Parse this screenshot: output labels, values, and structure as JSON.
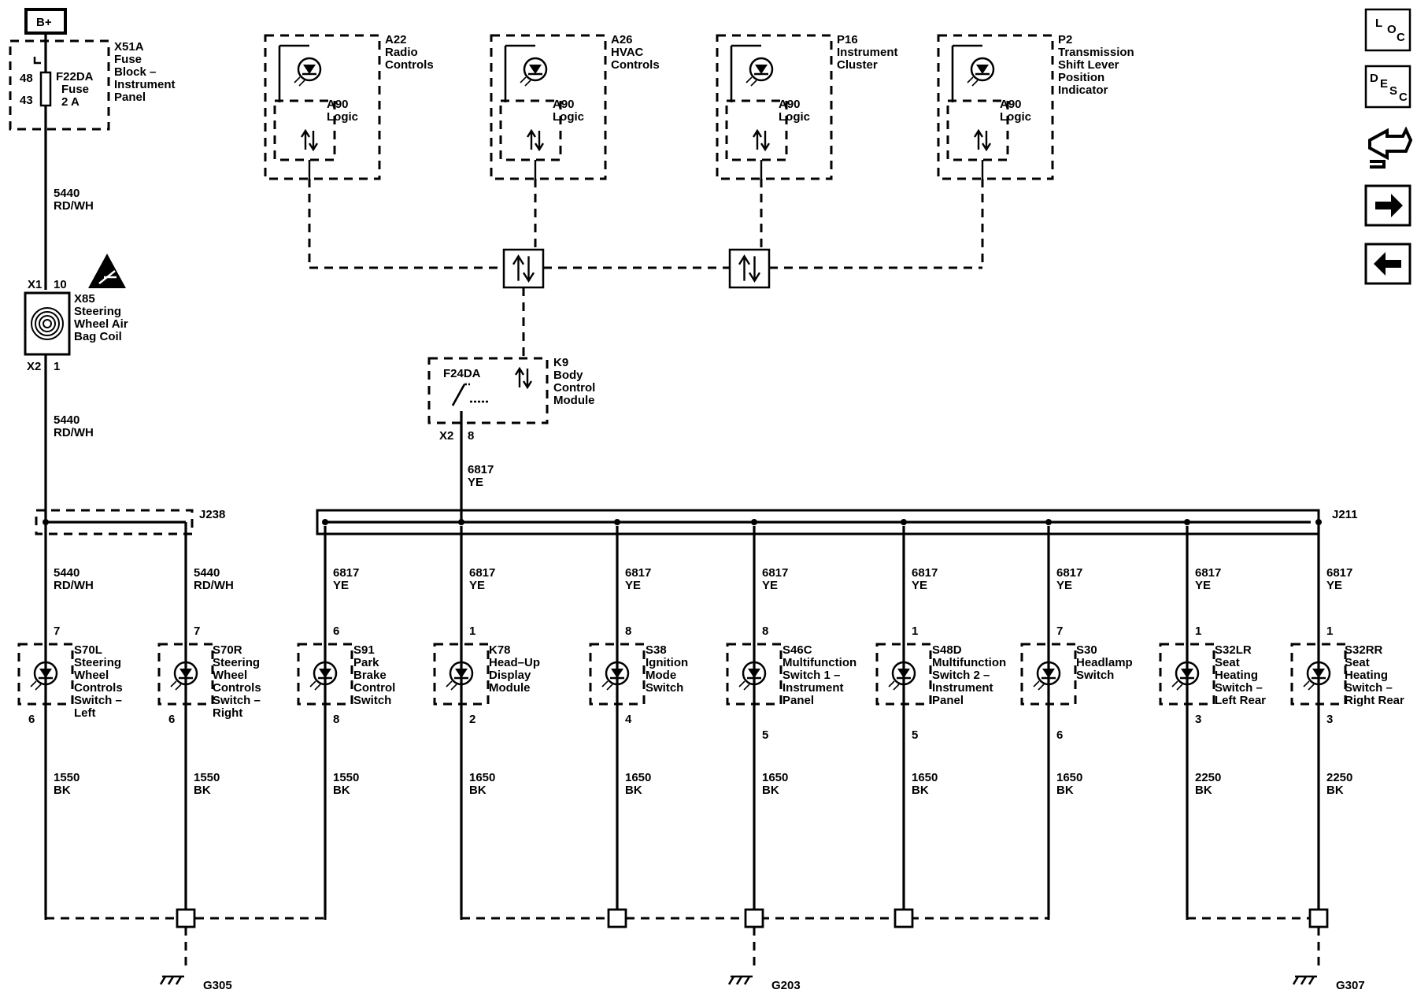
{
  "power": {
    "label": "B+"
  },
  "fuse_block": {
    "name": "X51A",
    "desc": [
      "Fuse",
      "Block –",
      "Instrument",
      "Panel"
    ],
    "pin_top": "48",
    "pin_bottom": "43",
    "fuse_name": "F22DA",
    "fuse_desc": [
      "Fuse",
      "2 A"
    ]
  },
  "wire_5440": {
    "circuit": "5440",
    "color": "RD/WH"
  },
  "airbag_coil": {
    "name": "X85",
    "desc": [
      "Steering",
      "Wheel Air",
      "Bag Coil"
    ],
    "conn_top": "X1",
    "pin_top": "10",
    "conn_bottom": "X2",
    "pin_bottom": "1"
  },
  "modules_top": [
    {
      "name": "A22",
      "desc": [
        "Radio",
        "Controls"
      ],
      "logic_name": "A90",
      "logic_desc": "Logic"
    },
    {
      "name": "A26",
      "desc": [
        "HVAC",
        "Controls"
      ],
      "logic_name": "A90",
      "logic_desc": "Logic"
    },
    {
      "name": "P16",
      "desc": [
        "Instrument",
        "Cluster"
      ],
      "logic_name": "A90",
      "logic_desc": "Logic"
    },
    {
      "name": "P2",
      "desc": [
        "Transmission",
        "Shift Lever",
        "Position",
        "Indicator"
      ],
      "logic_name": "A90",
      "logic_desc": "Logic"
    }
  ],
  "bcm": {
    "name": "K9",
    "desc": [
      "Body",
      "Control",
      "Module"
    ],
    "driver": "F24DA",
    "conn": "X2",
    "pin": "8"
  },
  "wire_6817": {
    "circuit": "6817",
    "color": "YE"
  },
  "splices": {
    "left": "J238",
    "right": "J211"
  },
  "switches": [
    {
      "name": "S70L",
      "desc": [
        "Steering",
        "Wheel",
        "Controls",
        "Switch –",
        "Left"
      ],
      "pin_in": "7",
      "pin_out": "6",
      "in_circuit": "5440",
      "in_color": "RD/WH",
      "out_circuit": "1550",
      "out_color": "BK"
    },
    {
      "name": "S70R",
      "desc": [
        "Steering",
        "Wheel",
        "Controls",
        "Switch –",
        "Right"
      ],
      "pin_in": "7",
      "pin_out": "6",
      "in_circuit": "5440",
      "in_color": "RD/WH",
      "out_circuit": "1550",
      "out_color": "BK"
    },
    {
      "name": "S91",
      "desc": [
        "Park",
        "Brake",
        "Control",
        "Switch"
      ],
      "pin_in": "6",
      "pin_out": "8",
      "in_circuit": "6817",
      "in_color": "YE",
      "out_circuit": "1550",
      "out_color": "BK"
    },
    {
      "name": "K78",
      "desc": [
        "Head–Up",
        "Display",
        "Module"
      ],
      "pin_in": "1",
      "pin_out": "2",
      "in_circuit": "6817",
      "in_color": "YE",
      "out_circuit": "1650",
      "out_color": "BK"
    },
    {
      "name": "S38",
      "desc": [
        "Ignition",
        "Mode",
        "Switch"
      ],
      "pin_in": "8",
      "pin_out": "4",
      "in_circuit": "6817",
      "in_color": "YE",
      "out_circuit": "1650",
      "out_color": "BK"
    },
    {
      "name": "S46C",
      "desc": [
        "Multifunction",
        "Switch 1 –",
        "Instrument",
        "Panel"
      ],
      "pin_in": "8",
      "pin_out": "5",
      "in_circuit": "6817",
      "in_color": "YE",
      "out_circuit": "1650",
      "out_color": "BK"
    },
    {
      "name": "S48D",
      "desc": [
        "Multifunction",
        "Switch 2 –",
        "Instrument",
        "Panel"
      ],
      "pin_in": "1",
      "pin_out": "5",
      "in_circuit": "6817",
      "in_color": "YE",
      "out_circuit": "1650",
      "out_color": "BK"
    },
    {
      "name": "S30",
      "desc": [
        "Headlamp",
        "Switch"
      ],
      "pin_in": "7",
      "pin_out": "6",
      "in_circuit": "6817",
      "in_color": "YE",
      "out_circuit": "1650",
      "out_color": "BK"
    },
    {
      "name": "S32LR",
      "desc": [
        "Seat",
        "Heating",
        "Switch –",
        "Left Rear"
      ],
      "pin_in": "1",
      "pin_out": "3",
      "in_circuit": "6817",
      "in_color": "YE",
      "out_circuit": "2250",
      "out_color": "BK"
    },
    {
      "name": "S32RR",
      "desc": [
        "Seat",
        "Heating",
        "Switch –",
        "Right Rear"
      ],
      "pin_in": "1",
      "pin_out": "3",
      "in_circuit": "6817",
      "in_color": "YE",
      "out_circuit": "2250",
      "out_color": "BK"
    }
  ],
  "grounds": [
    "G305",
    "G203",
    "G307"
  ],
  "nav": {
    "loc": [
      "L",
      "O",
      "C"
    ],
    "desc": [
      "D",
      "E",
      "S",
      "C"
    ],
    "icons": [
      "connector-view-icon",
      "next-arrow-icon",
      "previous-arrow-icon"
    ]
  }
}
